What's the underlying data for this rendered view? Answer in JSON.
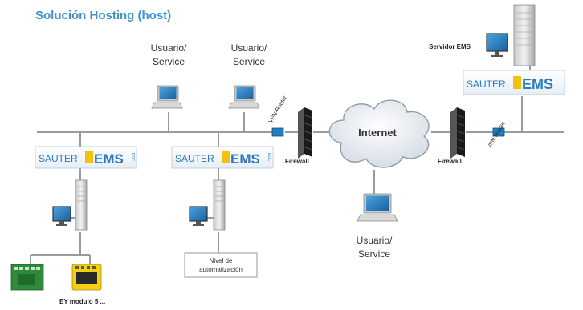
{
  "title": "Solución Hosting (host)",
  "brand": {
    "left": "SAUTER",
    "right": "EMS",
    "badge": "EDC"
  },
  "labels": {
    "usuario1": [
      "Usuario/",
      "Service"
    ],
    "usuario2": [
      "Usuario/",
      "Service"
    ],
    "usuario3": [
      "Usuario/",
      "Service"
    ],
    "internet": "Internet",
    "firewall_left": "Firewall",
    "firewall_right": "Firewall",
    "router_left": "VPN-Router",
    "router_right": "VPN-Router",
    "servidor_ems": "Servidor EMS",
    "nivel": [
      "Nivel de",
      "automatización"
    ],
    "ey_modulo": "EY modulo 5 ..."
  },
  "colors": {
    "title": "#3f92cf",
    "line": "#9a9a9a",
    "router": "#1e7fc2",
    "brand_blue": "#2c79c0",
    "brand_yellow": "#f2c20f",
    "device_green": "#2f8a3c",
    "device_yellow": "#f4cf12"
  }
}
